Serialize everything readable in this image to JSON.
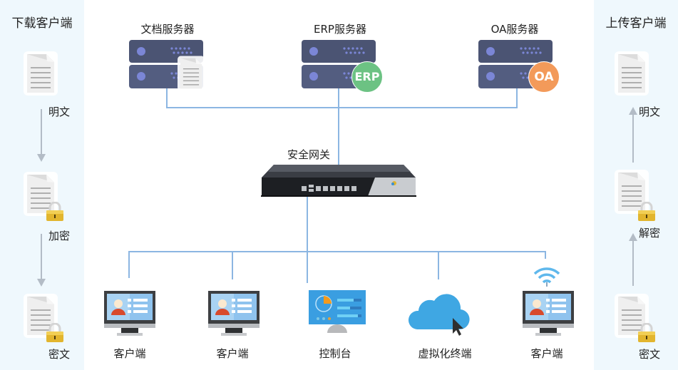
{
  "left_panel": {
    "title": "下载客户端",
    "steps": [
      {
        "label": "明文",
        "icon": "document-icon",
        "locked": false
      },
      {
        "label": "加密",
        "icon": "locked-document-icon",
        "locked": true
      },
      {
        "label": "密文",
        "icon": "locked-document-icon",
        "locked": true
      }
    ],
    "flow_direction": "down"
  },
  "right_panel": {
    "title": "上传客户端",
    "steps": [
      {
        "label": "明文",
        "icon": "document-icon",
        "locked": false
      },
      {
        "label": "解密",
        "icon": "locked-document-icon",
        "locked": true
      },
      {
        "label": "密文",
        "icon": "locked-document-icon",
        "locked": true
      }
    ],
    "flow_direction": "up"
  },
  "servers": [
    {
      "label": "文档服务器",
      "badge": "",
      "badge_type": "document"
    },
    {
      "label": "ERP服务器",
      "badge": "ERP",
      "badge_color": "#6cc283"
    },
    {
      "label": "OA服务器",
      "badge": "OA",
      "badge_color": "#f39a5a"
    }
  ],
  "gateway": {
    "label": "安全网关"
  },
  "clients": [
    {
      "label": "客户端",
      "icon": "monitor-user-icon"
    },
    {
      "label": "客户端",
      "icon": "monitor-user-icon"
    },
    {
      "label": "控制台",
      "icon": "console-dashboard-icon"
    },
    {
      "label": "虚拟化终端",
      "icon": "cloud-cursor-icon"
    },
    {
      "label": "客户端",
      "icon": "wifi-monitor-icon"
    }
  ],
  "colors": {
    "panel_bg": "#eff8fd",
    "line": "#8cb6e2",
    "server": "#4f5878",
    "server_dot": "#7b86d6",
    "arrow": "#b3bcc6"
  }
}
